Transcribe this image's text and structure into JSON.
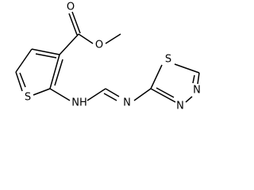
{
  "molecule": {
    "atoms": {
      "carbonyl_oxygen": "O",
      "ester_oxygen": "O",
      "thiophene_sulfur": "S",
      "amine": "NH",
      "imine_nitrogen": "N",
      "thiadiazole_sulfur": "S",
      "thiadiazole_nitrogen_1": "N",
      "thiadiazole_nitrogen_2": "N"
    },
    "colors": {
      "bond": "#000000",
      "label": "#000000",
      "background": "#ffffff"
    }
  }
}
